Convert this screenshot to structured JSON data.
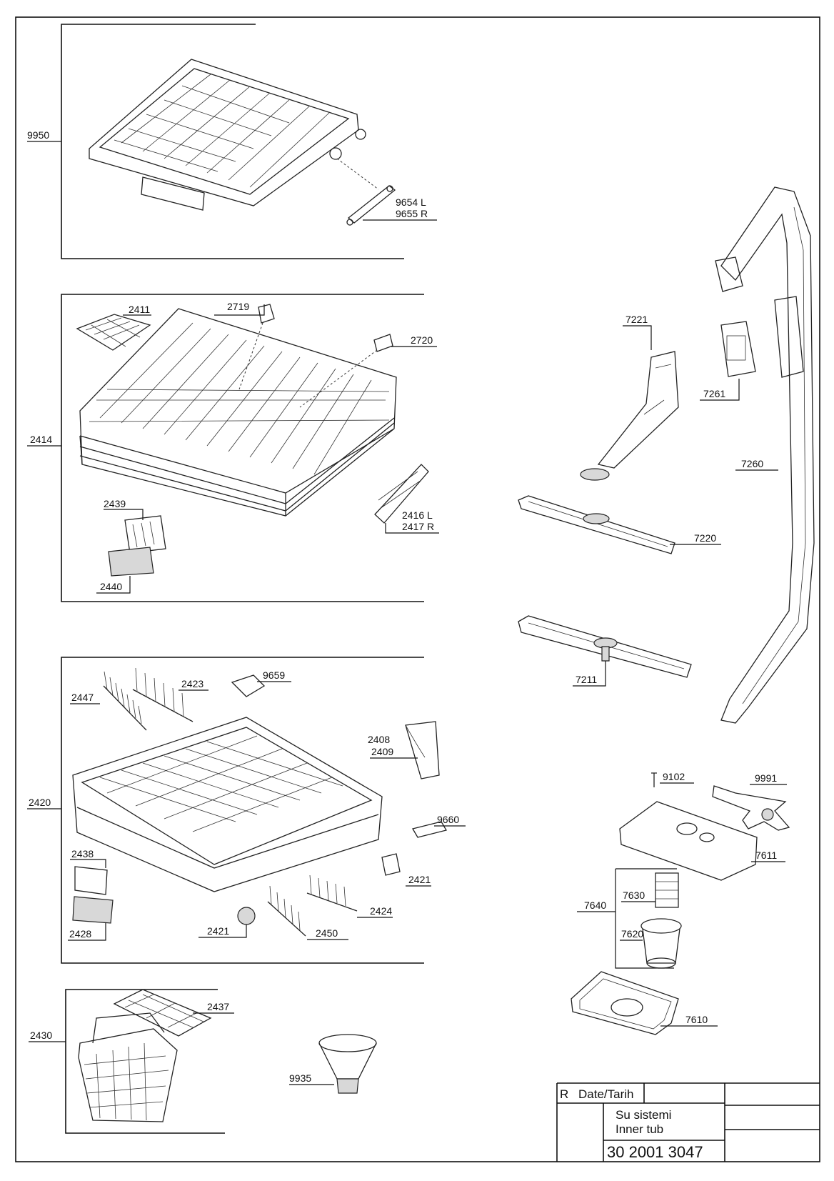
{
  "parts": {
    "p9950": "9950",
    "p9654": "9654 L",
    "p9655": "9655 R",
    "p2411": "2411",
    "p2719": "2719",
    "p2720": "2720",
    "p2414": "2414",
    "p2439": "2439",
    "p2440": "2440",
    "p2416": "2416 L",
    "p2417": "2417 R",
    "p7221": "7221",
    "p7261": "7261",
    "p7260": "7260",
    "p7220": "7220",
    "p7211": "7211",
    "p9659": "9659",
    "p2423": "2423",
    "p2447": "2447",
    "p2408": "2408",
    "p2409": "2409",
    "p2420": "2420",
    "p9660": "9660",
    "p2438": "2438",
    "p2421a": "2421",
    "p2421b": "2421",
    "p2424": "2424",
    "p2428": "2428",
    "p2450": "2450",
    "p9102": "9102",
    "p9991": "9991",
    "p7611": "7611",
    "p7640": "7640",
    "p7630": "7630",
    "p7620": "7620",
    "p7610": "7610",
    "p2437": "2437",
    "p2430": "2430",
    "p9935": "9935"
  },
  "title_block": {
    "rev": "R",
    "date_label": "Date/Tarih",
    "name_tr": "Su sistemi",
    "name_en": "Inner tub",
    "drawing_number": "30 2001 3047"
  }
}
